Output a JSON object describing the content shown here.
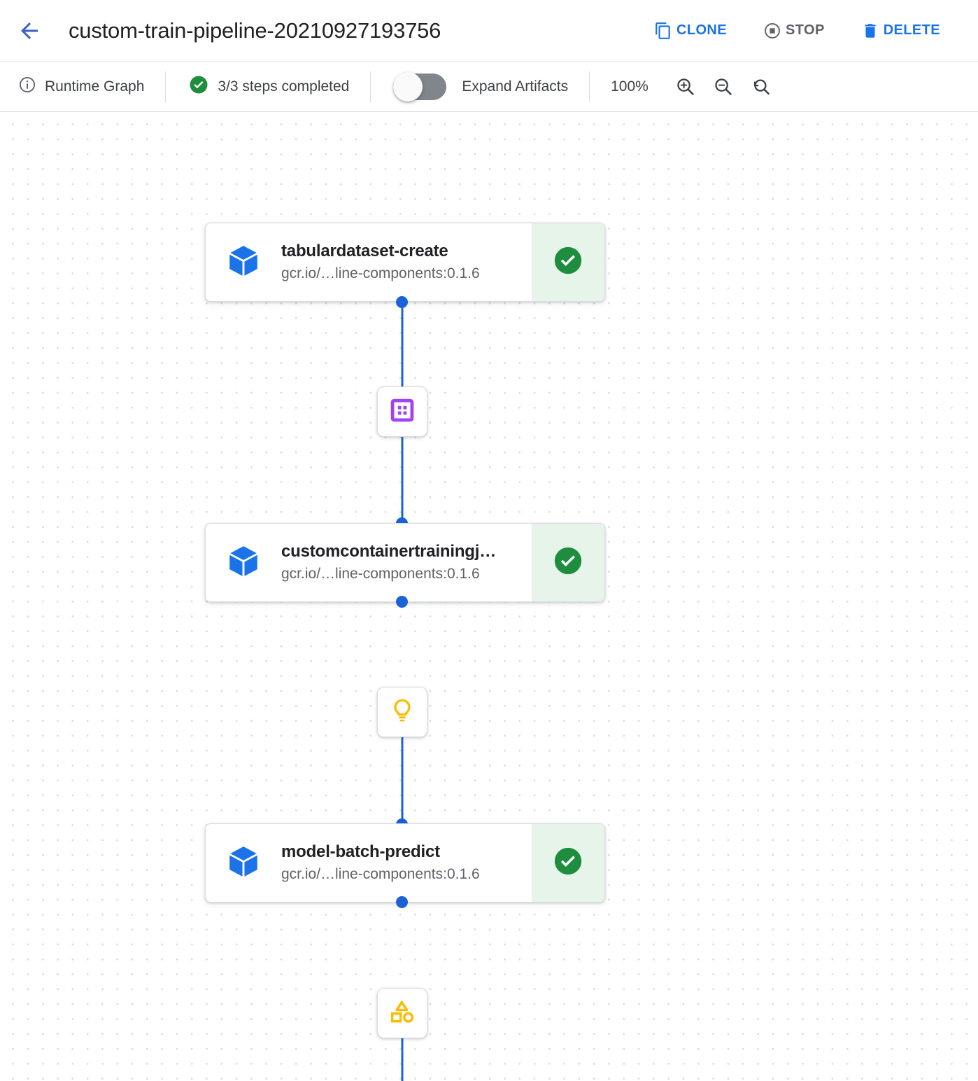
{
  "header": {
    "back_icon": "arrow-left-icon",
    "title": "custom-train-pipeline-20210927193756",
    "actions": [
      {
        "id": "clone",
        "label": "CLONE",
        "icon": "copy-icon",
        "enabled": true,
        "color": "#1a73e8"
      },
      {
        "id": "stop",
        "label": "STOP",
        "icon": "stop-circle-icon",
        "enabled": false,
        "color": "#5f6368"
      },
      {
        "id": "delete",
        "label": "DELETE",
        "icon": "trash-icon",
        "enabled": true,
        "color": "#1a73e8"
      }
    ]
  },
  "toolbar": {
    "runtime_label": "Runtime Graph",
    "runtime_icon": "info-icon",
    "steps_label": "3/3 steps completed",
    "steps_icon": "check-circle-icon",
    "steps_color": "#1e8e3e",
    "expand_label": "Expand Artifacts",
    "expand_toggle_on": false,
    "zoom_level": "100%",
    "zoom_in_icon": "zoom-in-icon",
    "zoom_out_icon": "zoom-out-icon",
    "zoom_reset_icon": "zoom-reset-icon"
  },
  "graph": {
    "nodes": [
      {
        "id": "tabulardataset-create",
        "title": "tabulardataset-create",
        "subtitle": "gcr.io/…line-components:0.1.6",
        "icon": "cube-icon",
        "status": "succeeded",
        "status_icon": "check-circle-icon"
      },
      {
        "id": "customcontainertrainingjob",
        "title": "customcontainertrainingj…",
        "subtitle": "gcr.io/…line-components:0.1.6",
        "icon": "cube-icon",
        "status": "succeeded",
        "status_icon": "check-circle-icon"
      },
      {
        "id": "model-batch-predict",
        "title": "model-batch-predict",
        "subtitle": "gcr.io/…line-components:0.1.6",
        "icon": "cube-icon",
        "status": "succeeded",
        "status_icon": "check-circle-icon"
      }
    ],
    "artifacts": [
      {
        "id": "dataset-artifact",
        "icon": "dataset-icon",
        "color": "#a142f4"
      },
      {
        "id": "model-artifact",
        "icon": "lightbulb-icon",
        "color": "#fbbc04"
      },
      {
        "id": "batch-prediction-artifact",
        "icon": "shapes-icon",
        "color": "#fbbc04"
      }
    ]
  },
  "colors": {
    "accent_blue": "#1a73e8",
    "edge_blue": "#1a62d6",
    "success_green": "#1e8e3e",
    "success_bg": "#e6f4ea",
    "grid_dot": "#dadce0",
    "artifact_purple": "#a142f4",
    "artifact_amber": "#fbbc04"
  }
}
